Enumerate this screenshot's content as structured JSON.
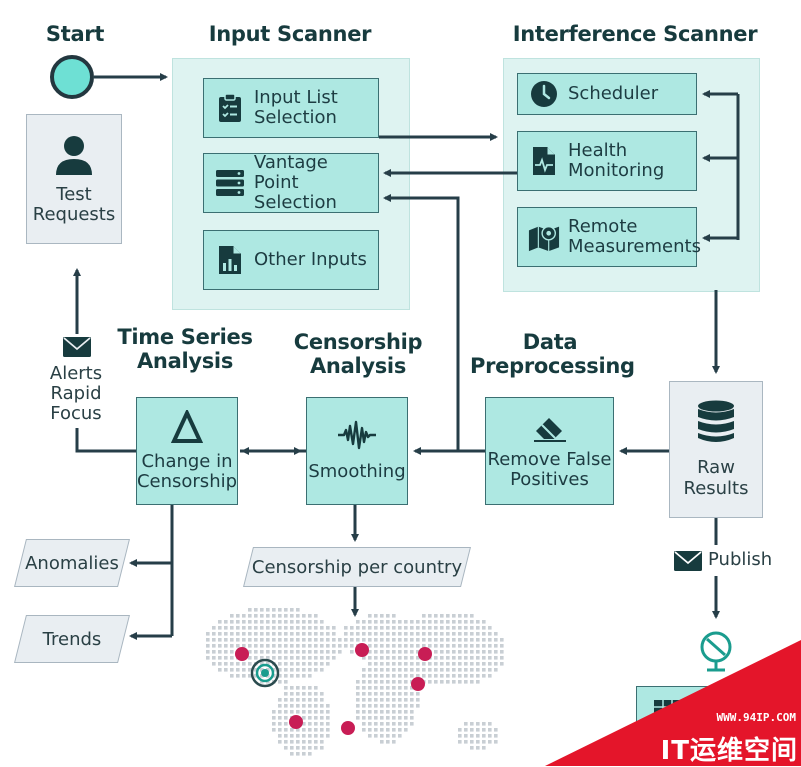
{
  "start": {
    "label": "Start"
  },
  "test_requests": {
    "label": "Test\nRequests"
  },
  "input_scanner": {
    "title": "Input Scanner",
    "items": [
      {
        "label": "Input List\nSelection",
        "icon": "clipboard-list-icon"
      },
      {
        "label": "Vantage Point\nSelection",
        "icon": "server-icon"
      },
      {
        "label": "Other Inputs",
        "icon": "chart-file-icon"
      }
    ]
  },
  "interference_scanner": {
    "title": "Interference Scanner",
    "items": [
      {
        "label": "Scheduler",
        "icon": "clock-icon"
      },
      {
        "label": "Health\nMonitoring",
        "icon": "heartbeat-file-icon"
      },
      {
        "label": "Remote\nMeasurements",
        "icon": "map-pin-icon"
      }
    ]
  },
  "alerts": {
    "label": "Alerts\nRapid\nFocus",
    "icon": "envelope-icon"
  },
  "time_series": {
    "title": "Time Series\nAnalysis",
    "box_label": "Change in\nCensorship",
    "icon": "delta-icon"
  },
  "censorship_analysis": {
    "title": "Censorship\nAnalysis",
    "box_label": "Smoothing",
    "icon": "waveform-icon"
  },
  "data_preprocessing": {
    "title": "Data\nPreprocessing",
    "box_label": "Remove False\nPositives",
    "icon": "eraser-icon"
  },
  "raw_results": {
    "label": "Raw\nResults",
    "icon": "database-icon"
  },
  "publish": {
    "label": "Publish",
    "icon": "envelope-icon"
  },
  "outputs": {
    "anomalies": "Anomalies",
    "trends": "Trends",
    "per_country": "Censorship per country"
  },
  "watermark": {
    "url": "WWW.94IP.COM",
    "brand": "IT运维空间"
  },
  "colors": {
    "accent_teal": "#aee8e2",
    "panel": "#def3f1",
    "dark": "#1d3c42",
    "arrow": "#263e48",
    "map_dot": "#c9cfd4",
    "marker": "#c81d55",
    "watermark_red": "#e4152a"
  }
}
